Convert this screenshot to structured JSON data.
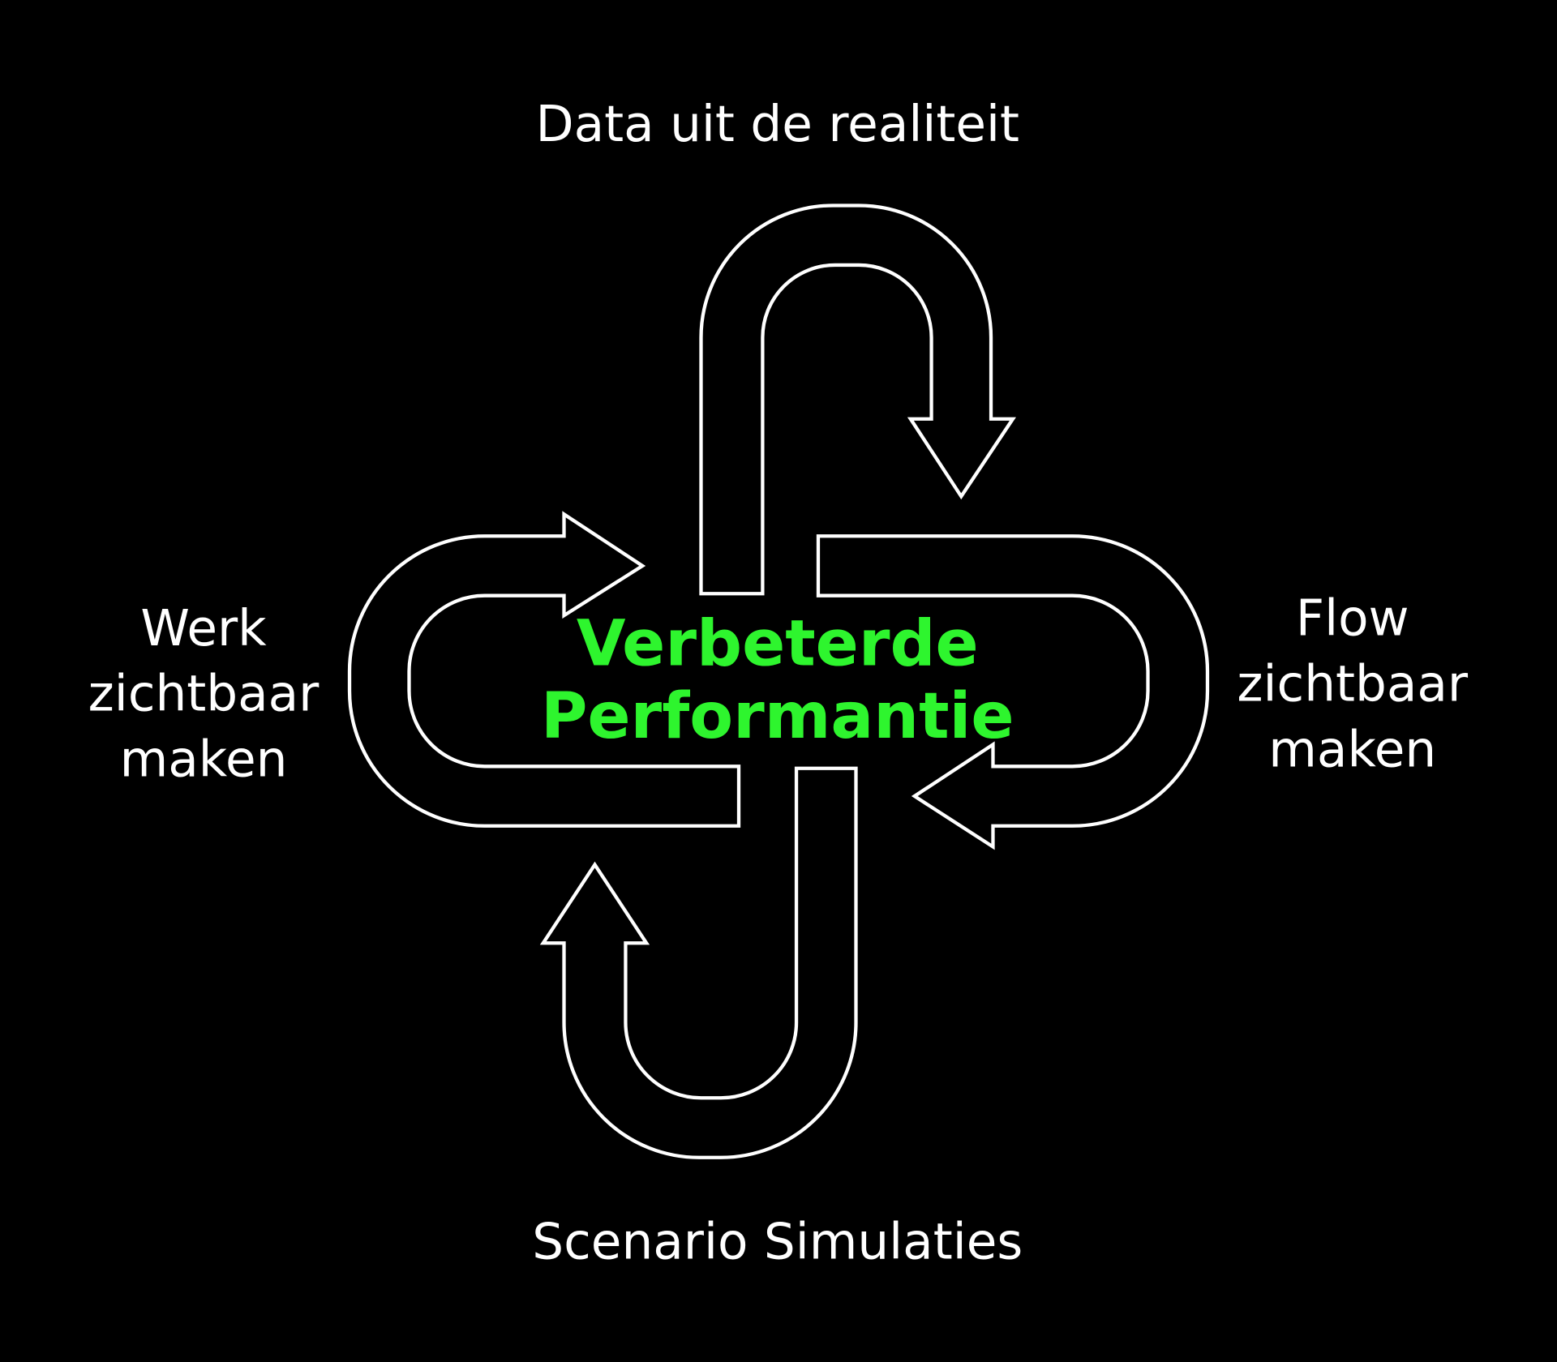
{
  "colors": {
    "background": "#000000",
    "outline": "#ffffff",
    "center_text": "#2ef52e"
  },
  "labels": {
    "top": "Data uit de realiteit",
    "left": [
      "Werk",
      "zichtbaar",
      "maken"
    ],
    "right": [
      "Flow",
      "zichtbaar",
      "maken"
    ],
    "bottom": "Scenario Simulaties"
  },
  "center": [
    "Verbeterde",
    "Performantie"
  ]
}
